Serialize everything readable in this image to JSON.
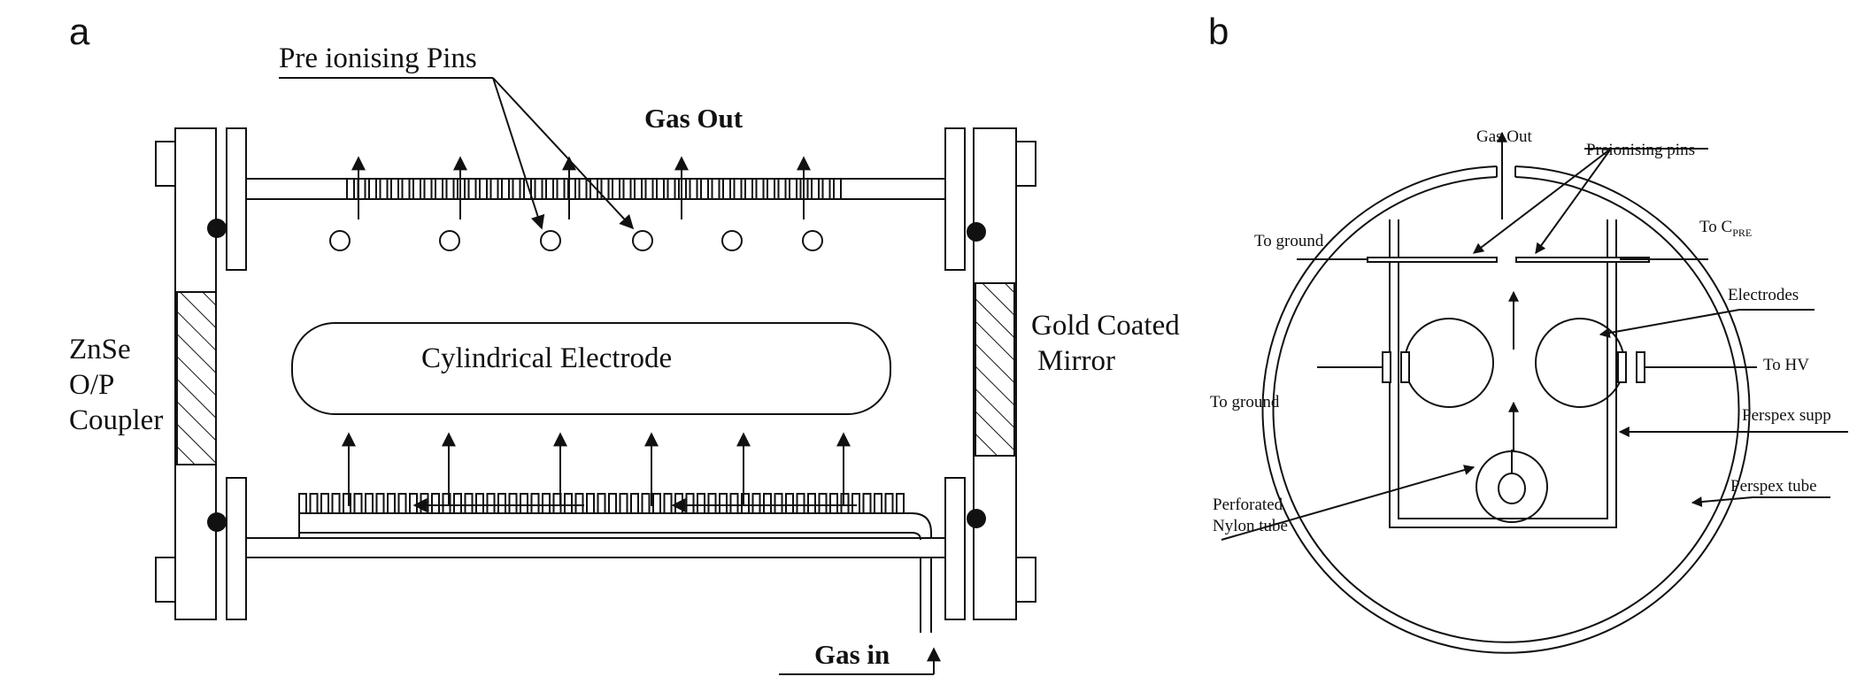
{
  "panels": {
    "a": {
      "letter": "a",
      "labels": {
        "pre_ionising_pins": "Pre ionising Pins",
        "gas_out": "Gas Out",
        "cylindrical_electrode": "Cylindrical Electrode",
        "znse_line1": "ZnSe",
        "znse_line2": "O/P",
        "znse_line3": "Coupler",
        "gold_line1": "Gold Coated",
        "gold_line2": "Mirror",
        "gas_in": "Gas in"
      }
    },
    "b": {
      "letter": "b",
      "labels": {
        "gas_out": "Gas Out",
        "preionising_pins": "Preionising pins",
        "to_ground_top": "To ground",
        "to_cpre_main": "To C",
        "to_cpre_sub": "PRE",
        "electrodes": "Electrodes",
        "to_hv": "To HV",
        "to_ground_mid": "To ground",
        "perspex_support": "Perspex supp",
        "perspex_tube": "Perspex tube",
        "perforated_line1": "Perforated",
        "perforated_line2": "Nylon tube"
      }
    }
  }
}
